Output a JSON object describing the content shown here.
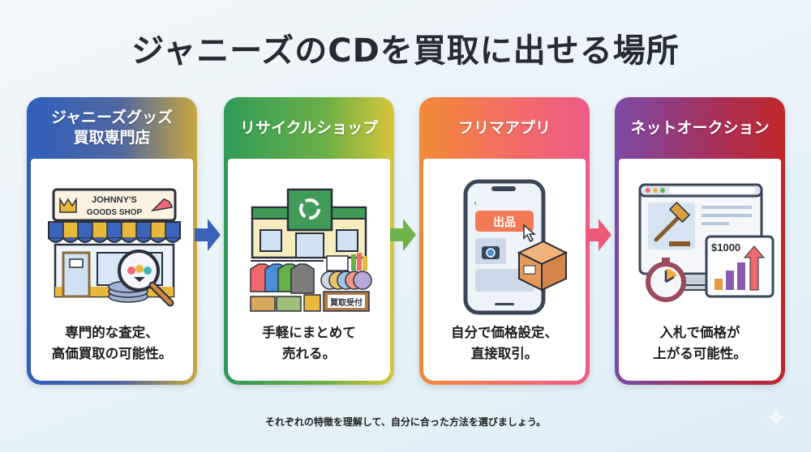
{
  "title": "ジャニーズのCDを買取に出せる場所",
  "cards": [
    {
      "header": "ジャニーズグッズ\n買取専門店",
      "header_line1": "ジャニーズグッズ",
      "header_line2": "買取専門店",
      "illustration": "storefront-icon",
      "sign_line1": "JOHNNY'S",
      "sign_line2": "GOODS SHOP",
      "desc_line1": "専門的な査定、",
      "desc_line2": "高価買取の可能性。",
      "gradient": [
        "#2f5fbd",
        "#c9a640"
      ]
    },
    {
      "header_line1": "リサイクルショップ",
      "illustration": "recycle-shop-icon",
      "counter_label": "買取受付",
      "desc_line1": "手軽にまとめて",
      "desc_line2": "売れる。",
      "gradient": [
        "#2f9a58",
        "#d7c53a"
      ]
    },
    {
      "header_line1": "フリマアプリ",
      "illustration": "smartphone-app-icon",
      "button_label": "出品",
      "desc_line1": "自分で価格設定、",
      "desc_line2": "直接取引。",
      "gradient": [
        "#f18a36",
        "#ee5b86"
      ]
    },
    {
      "header_line1": "ネットオークション",
      "illustration": "auction-icon",
      "price_label": "$1000",
      "desc_line1": "入札で価格が",
      "desc_line2": "上がる可能性。",
      "gradient": [
        "#7b4aa6",
        "#c0282a"
      ]
    }
  ],
  "arrows": [
    {
      "color": "#3a62b8"
    },
    {
      "color": "#6db34a"
    },
    {
      "color": "#ee5a78"
    }
  ],
  "footer": "それぞれの特徴を理解して、自分に合った方法を選びましょう。"
}
